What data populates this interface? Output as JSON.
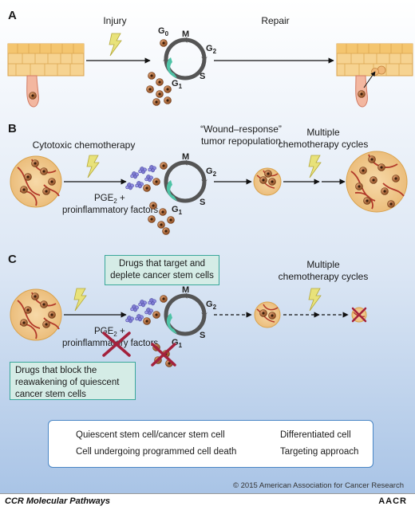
{
  "panels": {
    "a": {
      "letter": "A",
      "injury": "Injury",
      "repair": "Repair"
    },
    "b": {
      "letter": "B",
      "chemo": "Cytotoxic chemotherapy",
      "wound_line1": "“Wound–response”",
      "wound_line2": "tumor repopulation",
      "multi_line1": "Multiple",
      "multi_line2": "chemotherapy cycles",
      "pge_line1": "PGE",
      "pge_sub": "2",
      "pge_plus": " +",
      "pge_line2": "proinflammatory factors"
    },
    "c": {
      "letter": "C",
      "target_box": "Drugs that target and deplete cancer stem cells",
      "multi_line1": "Multiple",
      "multi_line2": "chemotherapy cycles",
      "pge_line1": "PGE",
      "pge_sub": "2",
      "pge_plus": " +",
      "pge_line2": "proinflammatory factors",
      "block_box": "Drugs that block the reawakening of quiescent cancer stem cells"
    }
  },
  "cell_cycle": {
    "g0": "G",
    "g0_sub": "0",
    "m": "M",
    "g2": "G",
    "g2_sub": "2",
    "s": "S",
    "g1": "G",
    "g1_sub": "1"
  },
  "legend": {
    "quiescent": "Quiescent stem cell/cancer stem cell",
    "differentiated": "Differentiated cell",
    "apoptotic": "Cell undergoing programmed cell death",
    "targeting": "Targeting approach"
  },
  "colors": {
    "background_top": "#ffffff",
    "background_bottom": "#a9c4e6",
    "teal": "#3aa79a",
    "targeting_x": "#a3213c",
    "bolt": "#e8e27a",
    "cycle_arc": "#555555"
  },
  "copyright": "© 2015 American Association for Cancer Research",
  "footer": {
    "left": "CCR Molecular Pathways",
    "right": "AACR"
  }
}
